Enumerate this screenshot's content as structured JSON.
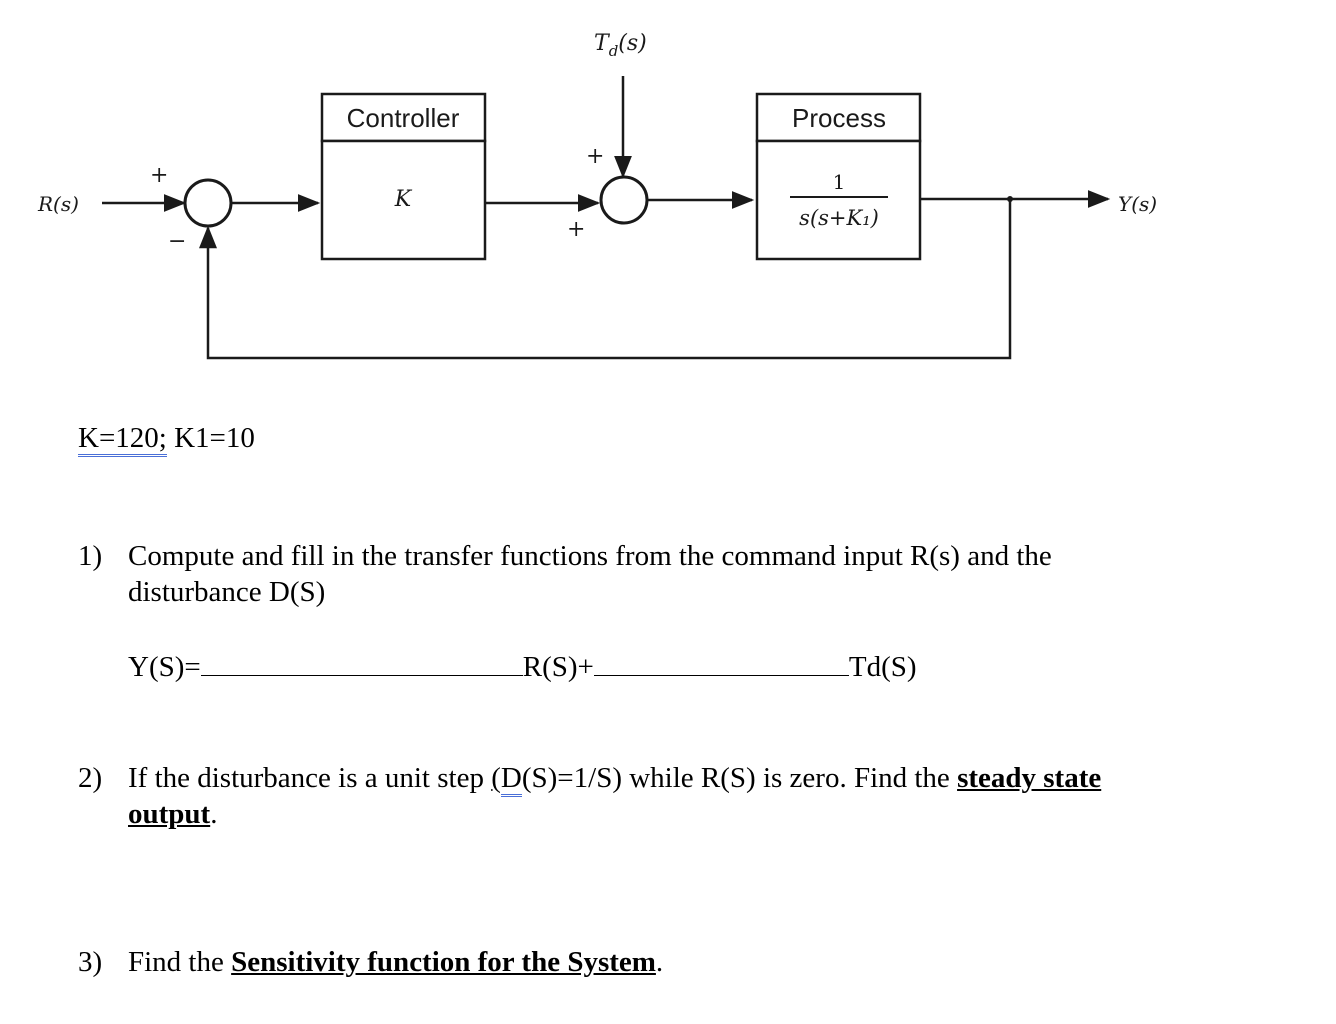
{
  "diagram": {
    "input_label": "R(s)",
    "output_label": "Y(s)",
    "disturbance_label": "T",
    "disturbance_sub": "d",
    "disturbance_arg": "(s)",
    "sum1_plus": "+",
    "sum1_minus": "−",
    "sum2_plus_top": "+",
    "sum2_plus_left": "+",
    "controller": {
      "title": "Controller",
      "tf": "K"
    },
    "process": {
      "title": "Process",
      "tf_num": "1",
      "tf_den": "s(s+K₁)"
    }
  },
  "params": {
    "text_a": "K=120;",
    "text_b": " K1=10"
  },
  "questions": [
    {
      "num": "1)",
      "line1": "Compute and fill in the transfer functions from the command input R(s) and the",
      "line2": "disturbance D(S)"
    },
    {
      "num": "2)",
      "pre": "If the disturbance is a unit step ",
      "paren": "(",
      "d_part": "D",
      "rest": "(S)=1/S) while R(S) is zero. Find the ",
      "bold1": "steady state",
      "bold2": "output",
      "end": "."
    },
    {
      "num": "3)",
      "pre": "Find the ",
      "bold": "Sensitivity function for the System",
      "end": "."
    }
  ],
  "equation": {
    "lhs": "Y(S)=",
    "mid": "R(S)+",
    "rhs": "Td(S)"
  }
}
